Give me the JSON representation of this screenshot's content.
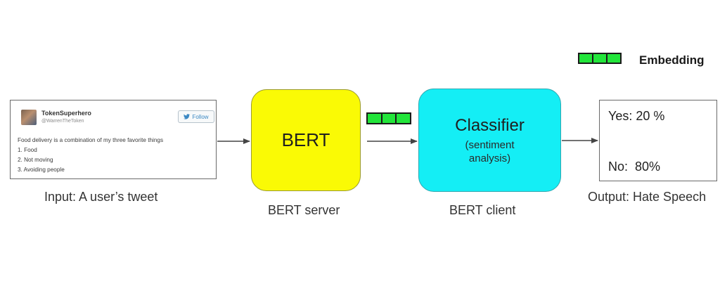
{
  "legend": {
    "label": "Embedding",
    "color": "#22e53a"
  },
  "tweet": {
    "name": "TokenSuperhero",
    "handle": "@WarrenTheToken",
    "follow_label": "Follow",
    "lines": [
      "Food delivery is a combination of my three favorite things",
      "1. Food",
      "2. Not moving",
      "3. Avoiding people"
    ]
  },
  "nodes": {
    "bert": {
      "title": "BERT",
      "color": "#fafa05"
    },
    "classifier": {
      "title": "Classifier",
      "subtitle_line1": "(sentiment",
      "subtitle_line2": "analysis)",
      "color": "#14eef5"
    }
  },
  "output": {
    "yes": "Yes: 20 %",
    "no": "No:  80%"
  },
  "captions": {
    "input": "Input: A user’s tweet",
    "bert": "BERT server",
    "classifier": "BERT client",
    "output": "Output: Hate Speech"
  }
}
